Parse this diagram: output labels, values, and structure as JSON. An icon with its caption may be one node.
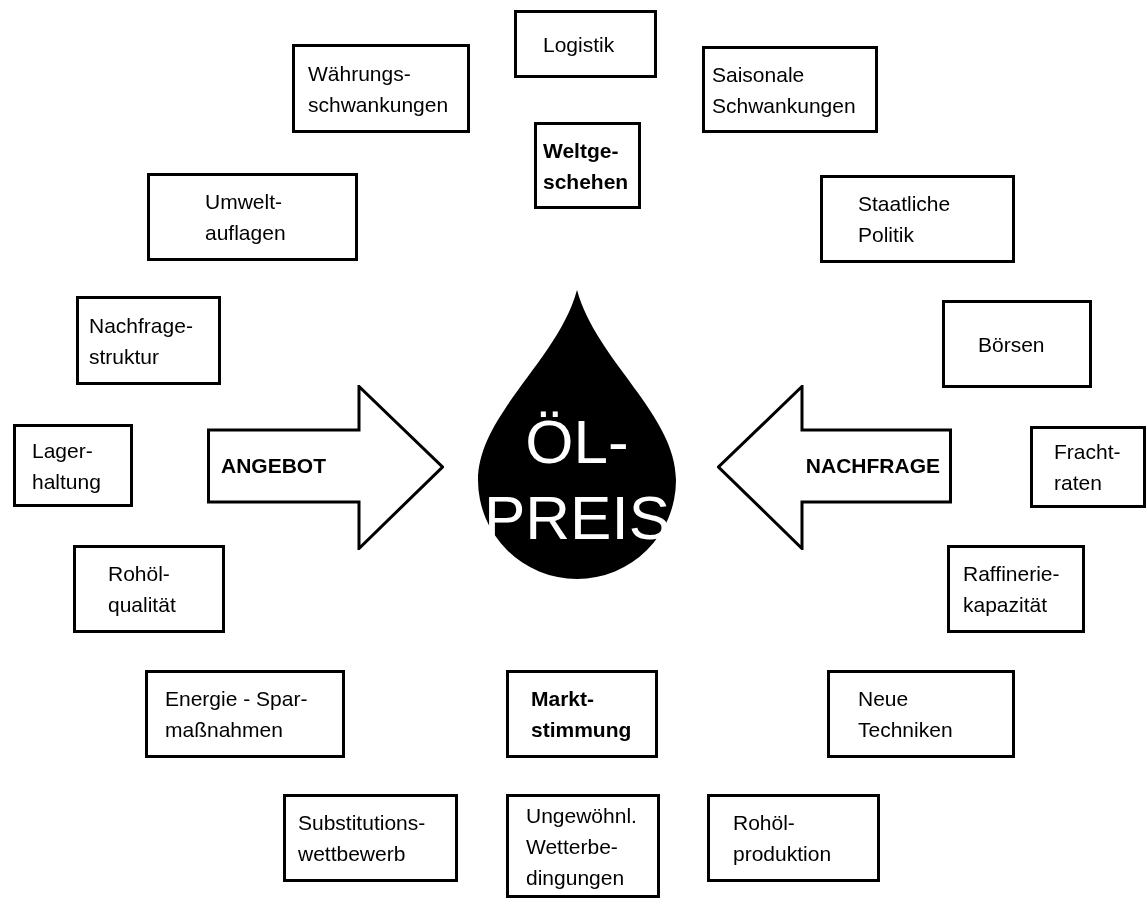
{
  "diagram": {
    "nodes": [
      {
        "text": [
          "Logistik"
        ]
      },
      {
        "text": [
          "Währungs- schwankungen"
        ]
      },
      {
        "text": [
          "Saisonale Schwankungen"
        ]
      },
      {
        "text": [
          "Weltge- schehen"
        ]
      },
      {
        "text": [
          "Umwelt- auflagen"
        ]
      },
      {
        "text": [
          "Staatliche Politik"
        ]
      },
      {
        "text": [
          "ÖL- PREIS"
        ]
      },
      {
        "text": [
          "Nachfrage- struktur"
        ]
      },
      {
        "text": [
          "Börsen"
        ]
      },
      {
        "text": [
          "ANGEBOT"
        ]
      },
      {
        "text": [
          "NACHFRAGE"
        ]
      },
      {
        "text": [
          "Lager- haltung"
        ]
      },
      {
        "text": [
          "Fracht- raten"
        ]
      },
      {
        "text": [
          "Rohöl- qualität"
        ]
      },
      {
        "text": [
          "Raffinerie- kapazität"
        ]
      },
      {
        "text": [
          "Energie - Spar- maßnahmen"
        ]
      },
      {
        "text": [
          "Markt- stimmung"
        ]
      },
      {
        "text": [
          "Neue Techniken"
        ]
      },
      {
        "text": [
          "Substitutions- wettbewerb"
        ]
      },
      {
        "text": [
          "Ungewöhnl. Wetterbe- dingungen"
        ]
      },
      {
        "text": [
          "Rohöl- produktion"
        ]
      }
    ]
  }
}
